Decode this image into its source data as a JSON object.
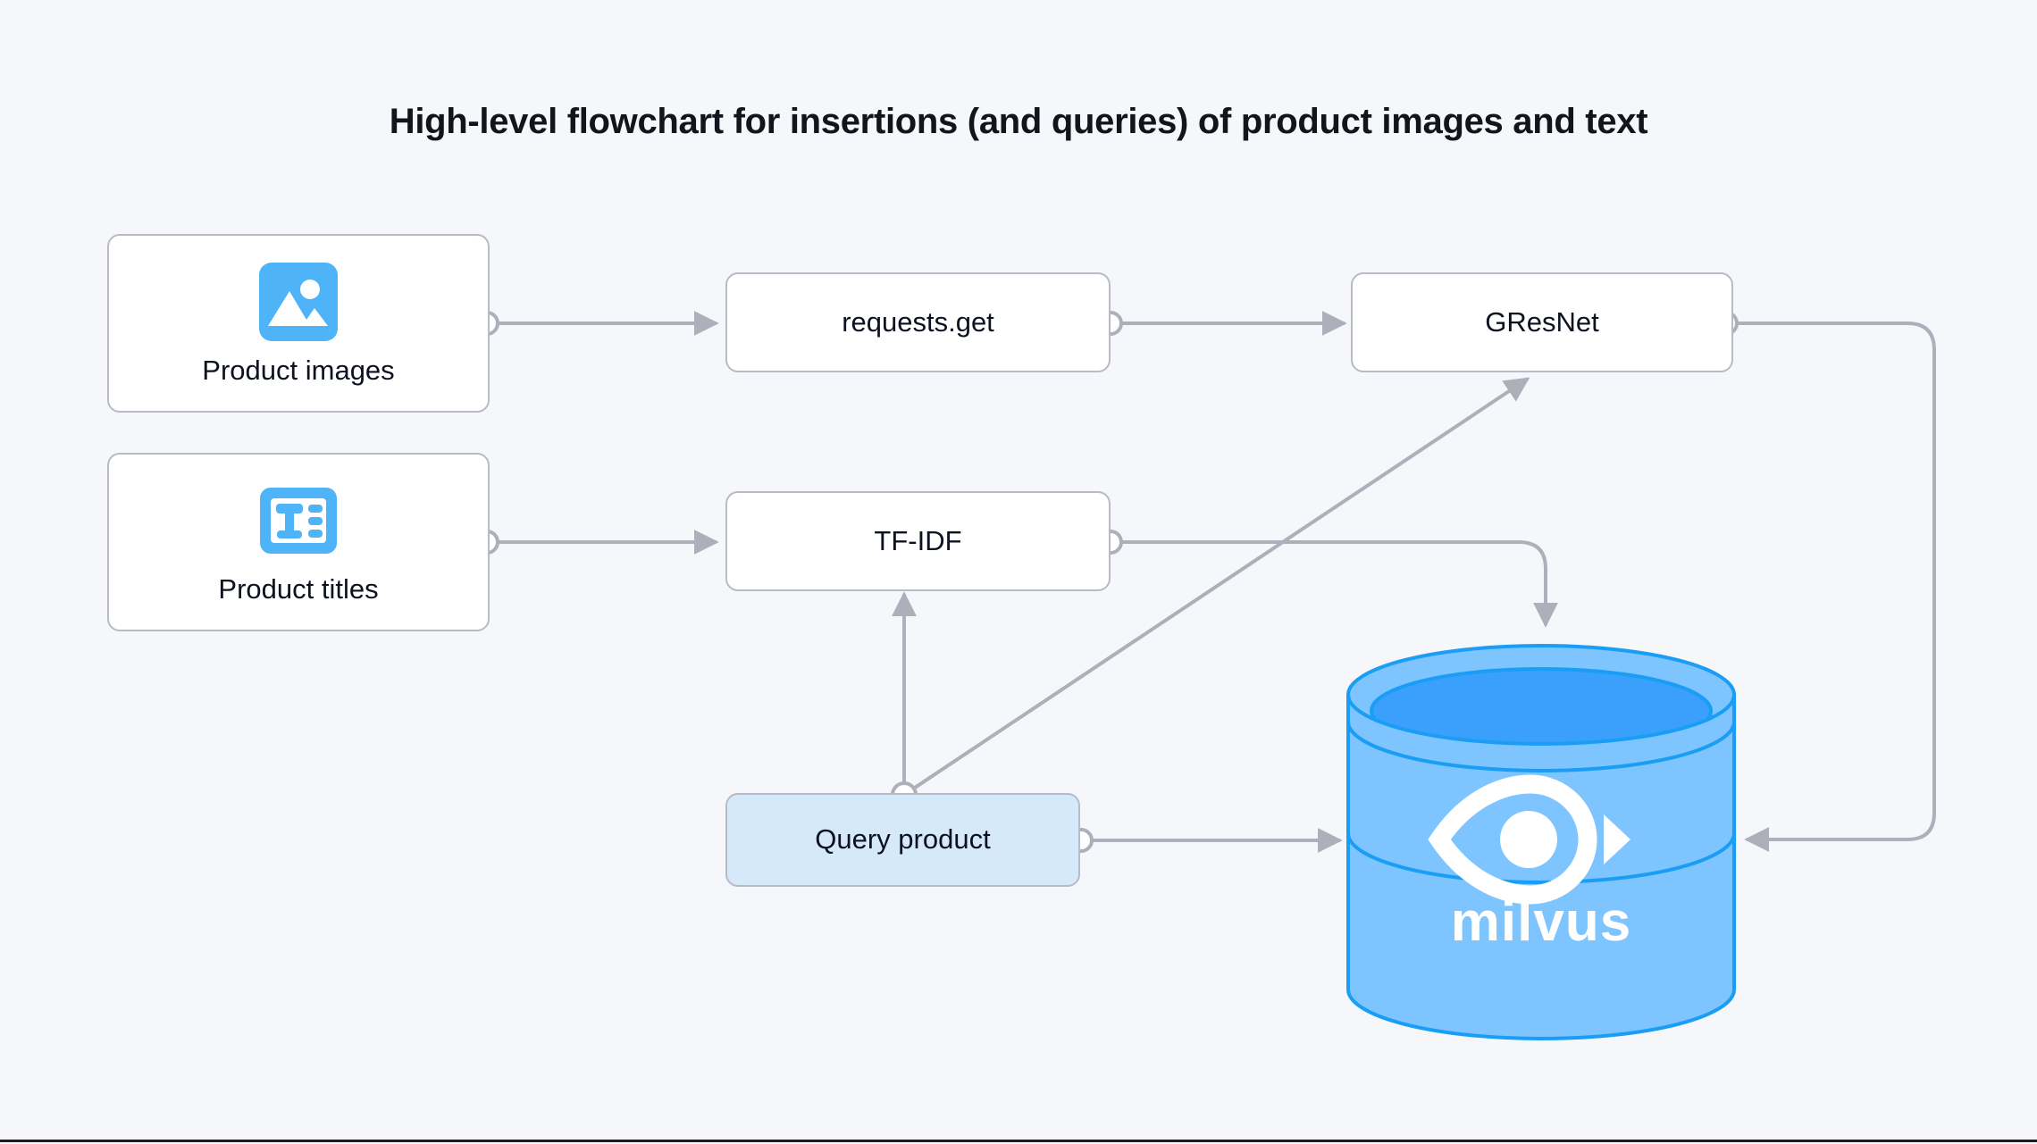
{
  "page": {
    "title": "High-level flowchart for insertions (and queries) of product images and text",
    "background_color": "#f5f7fa"
  },
  "colors": {
    "node_border": "#b8bbc6",
    "node_fill": "#ffffff",
    "accent_node_fill": "#d6e9fb",
    "edge": "#adb0bb",
    "text": "#0d1220",
    "icon_blue": "#4eb3f7",
    "milvus_body": "#7ec4ff",
    "milvus_top": "#3aa0fc",
    "milvus_stroke": "#1a9ef5",
    "milvus_logo": "#ffffff"
  },
  "nodes": [
    {
      "id": "product-images",
      "label": "Product images",
      "icon": "image-icon",
      "shape": "rounded-rect",
      "fill": "#ffffff"
    },
    {
      "id": "product-titles",
      "label": "Product titles",
      "icon": "text-document-icon",
      "shape": "rounded-rect",
      "fill": "#ffffff"
    },
    {
      "id": "requests-get",
      "label": "requests.get",
      "icon": null,
      "shape": "rounded-rect",
      "fill": "#ffffff"
    },
    {
      "id": "gresnet",
      "label": "GResNet",
      "icon": null,
      "shape": "rounded-rect",
      "fill": "#ffffff"
    },
    {
      "id": "tf-idf",
      "label": "TF-IDF",
      "icon": null,
      "shape": "rounded-rect",
      "fill": "#ffffff"
    },
    {
      "id": "query-product",
      "label": "Query product",
      "icon": null,
      "shape": "rounded-rect",
      "fill": "#d6e9fb"
    },
    {
      "id": "milvus",
      "label": "milvus",
      "icon": "milvus-eye-logo",
      "shape": "cylinder",
      "fill": "#7ec4ff"
    }
  ],
  "edges": [
    {
      "from": "product-images",
      "to": "requests-get",
      "style": "straight",
      "arrow": true
    },
    {
      "from": "requests-get",
      "to": "gresnet",
      "style": "straight",
      "arrow": true
    },
    {
      "from": "product-titles",
      "to": "tf-idf",
      "style": "straight",
      "arrow": true
    },
    {
      "from": "tf-idf",
      "to": "milvus",
      "style": "orthogonal",
      "arrow": true
    },
    {
      "from": "gresnet",
      "to": "milvus",
      "style": "orthogonal",
      "arrow": true
    },
    {
      "from": "query-product",
      "to": "tf-idf",
      "style": "straight",
      "arrow": true
    },
    {
      "from": "query-product",
      "to": "gresnet",
      "style": "diagonal",
      "arrow": true
    },
    {
      "from": "query-product",
      "to": "milvus",
      "style": "straight",
      "arrow": true
    }
  ]
}
